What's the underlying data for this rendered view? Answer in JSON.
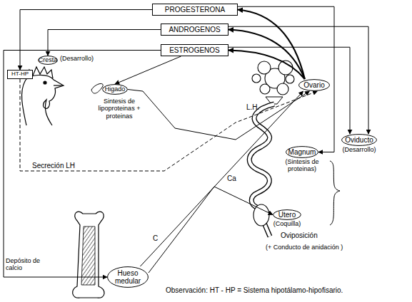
{
  "diagram": {
    "nodes": [
      {
        "text": [
          "PROGESTERONA"
        ]
      },
      {
        "text": [
          "ANDROGENOS"
        ]
      },
      {
        "text": [
          "ESTROGENOS"
        ]
      },
      {
        "text": [
          "HT-HP"
        ]
      },
      {
        "text": [
          "Cresta",
          "(Desarrollo)"
        ]
      },
      {
        "text": [
          "Higado"
        ]
      },
      {
        "text": [
          "Ovario"
        ]
      },
      {
        "text": [
          "Magnum",
          "(Sintesis de proteinas)"
        ]
      },
      {
        "text": [
          "Oviducto",
          "(Desarrollo)"
        ]
      },
      {
        "text": [
          "Utero",
          "(Coquilla)"
        ]
      },
      {
        "text": [
          "Hueso medular"
        ]
      }
    ],
    "edges": [
      {
        "from": 6,
        "to": 0,
        "arrow": "to"
      },
      {
        "from": 6,
        "to": 1,
        "arrow": "to"
      },
      {
        "from": 6,
        "to": 2,
        "arrow": "to"
      },
      {
        "from": 0,
        "to": 3,
        "arrow": "to"
      },
      {
        "from": 1,
        "to": 4,
        "arrow": "to"
      },
      {
        "from": 2,
        "to": 5,
        "arrow": "to"
      },
      {
        "from": 2,
        "to": 10,
        "arrow": "to"
      },
      {
        "from": 0,
        "to": 7,
        "arrow": "to"
      },
      {
        "from": 1,
        "to": 8,
        "arrow": "to"
      },
      {
        "from": 2,
        "to": 8,
        "arrow": "to"
      },
      {
        "from": 3,
        "to": 6,
        "label": "L.H.",
        "arrow": "to"
      },
      {
        "from": 5,
        "to": 6,
        "arrow": "to"
      },
      {
        "from": 10,
        "to": 6,
        "label": "C",
        "arrow": "to"
      },
      {
        "from": 10,
        "to": 9,
        "label": "Ca",
        "arrow": "to"
      }
    ],
    "labels": [
      "Sintesis de lipoproteinas + proteinas",
      "Secreción LH",
      "Depósito de calcio",
      "Oviposición",
      "(+ Conducto de anidación )",
      "Observación: HT - HP = Sistema hipotálamo-hipofisario."
    ]
  }
}
